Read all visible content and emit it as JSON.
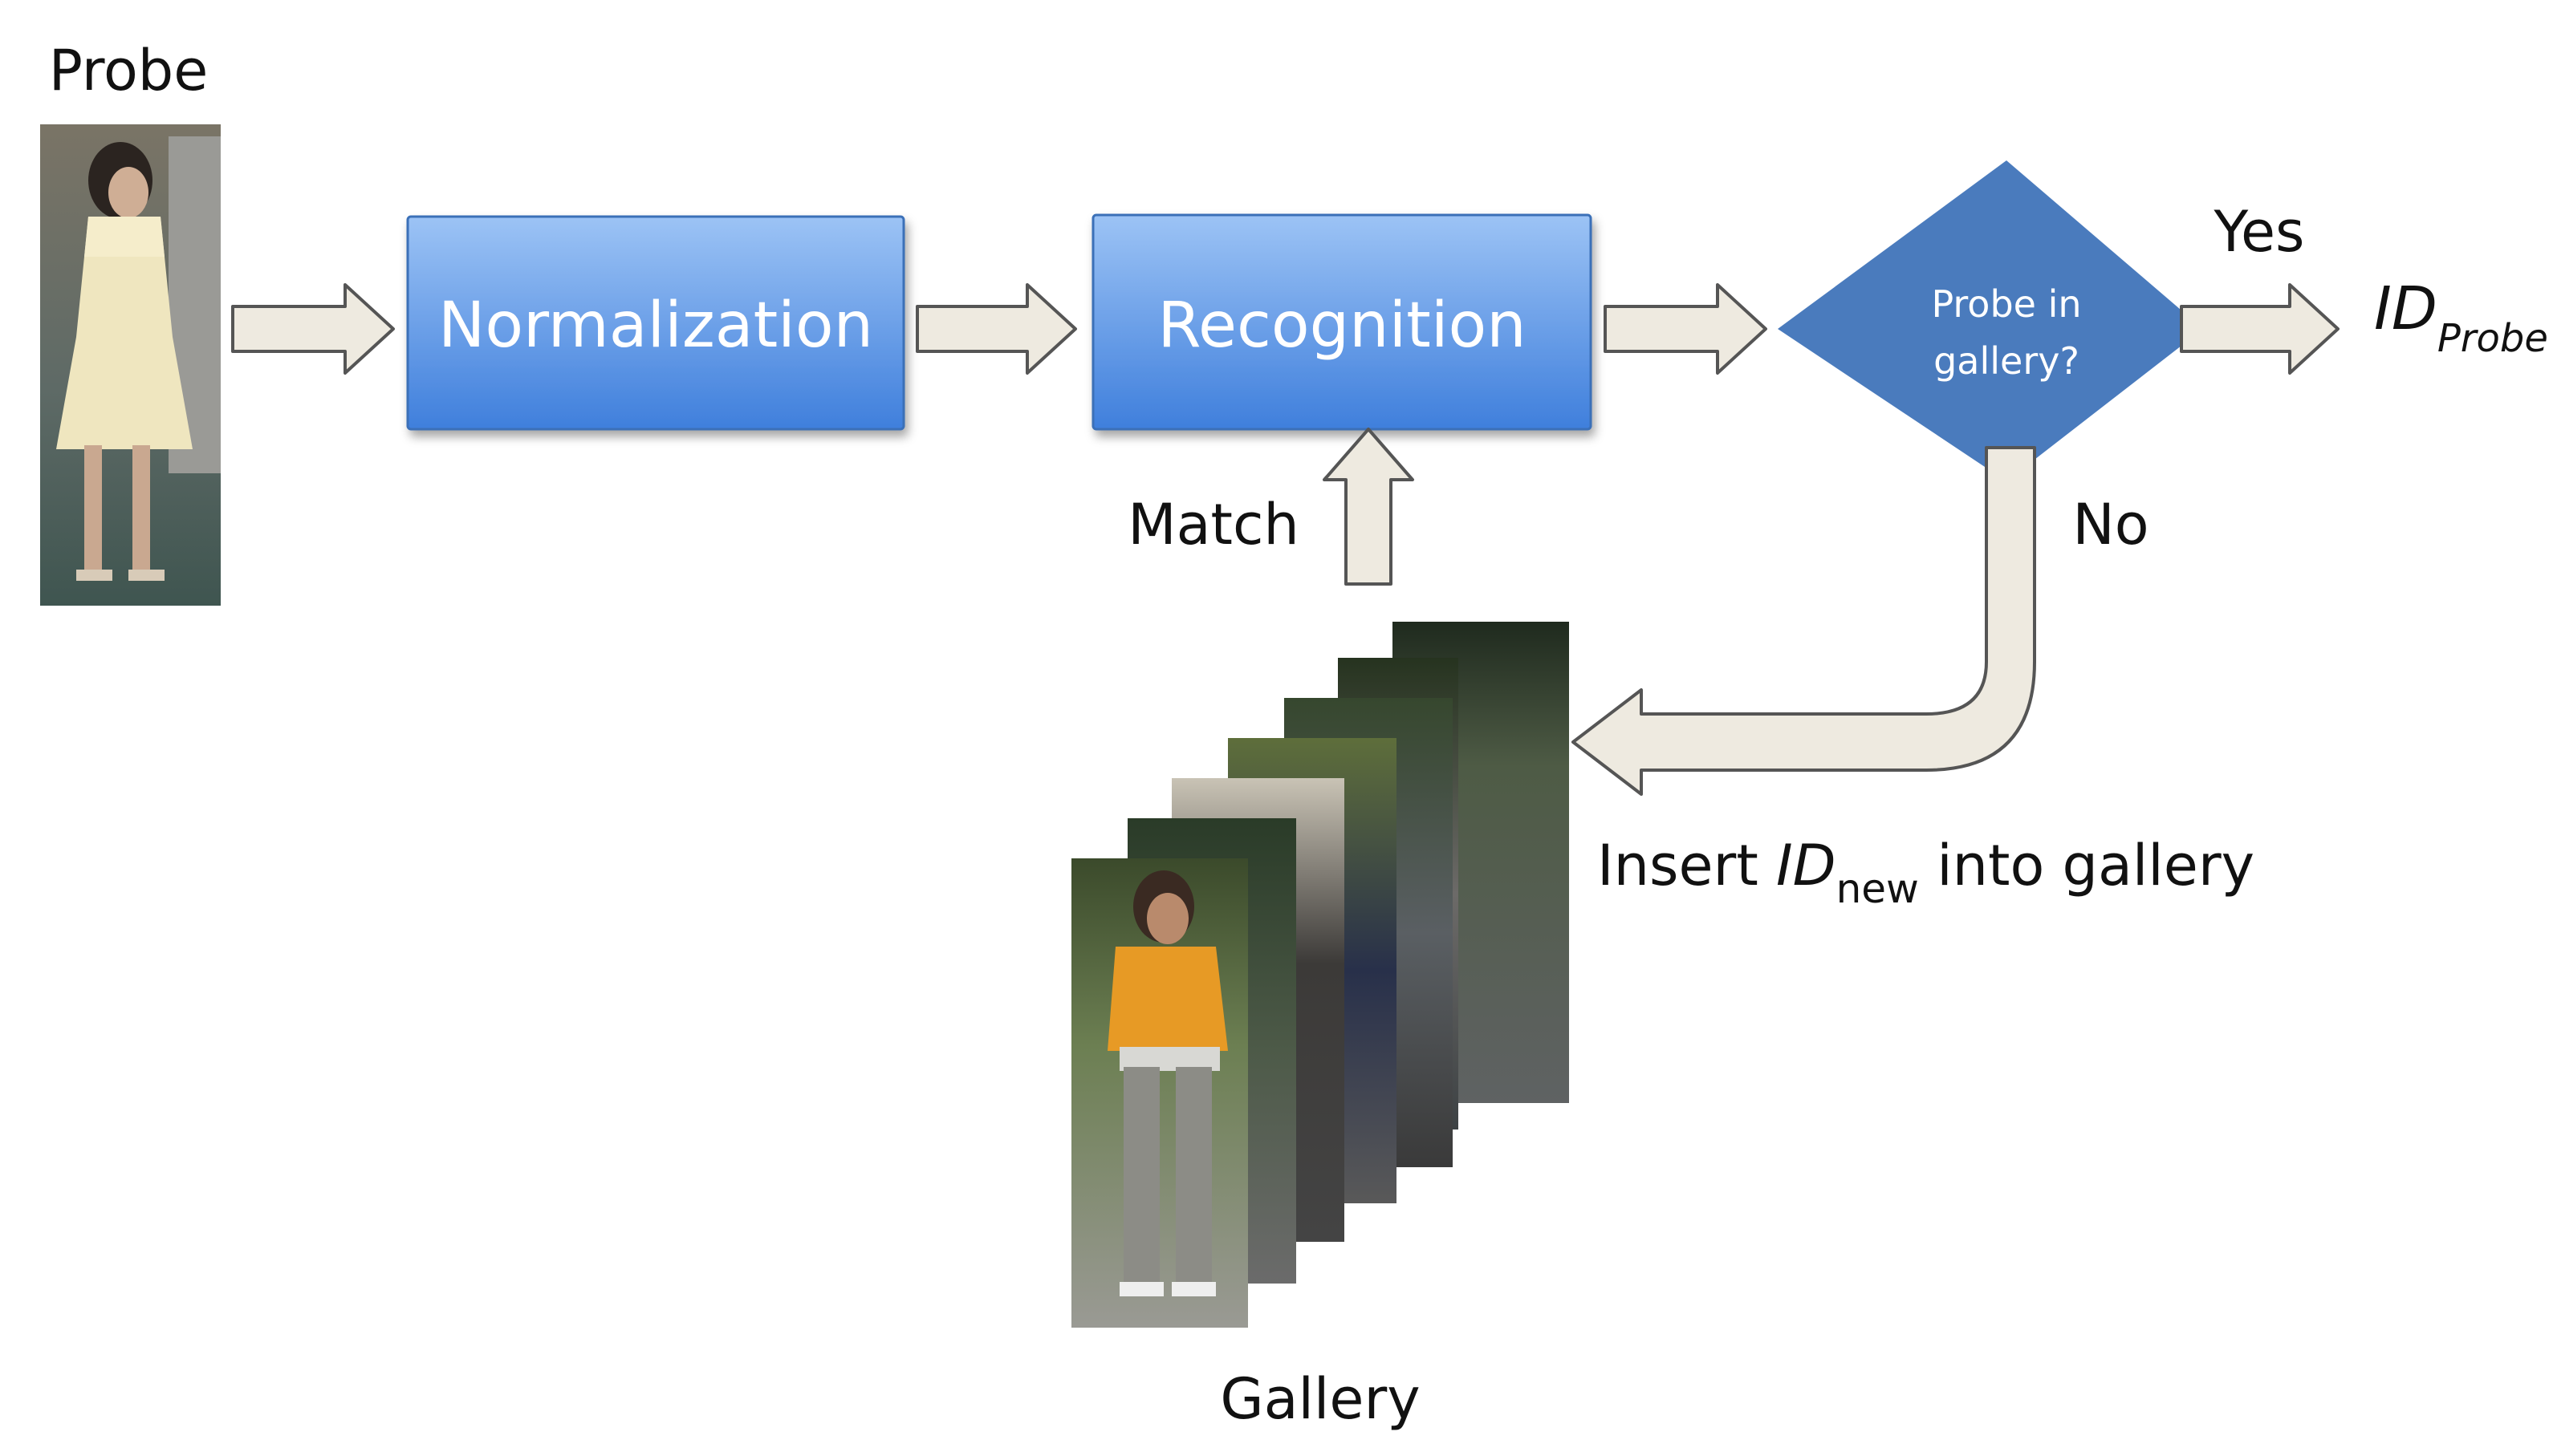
{
  "labels": {
    "probe": "Probe",
    "normalization": "Normalization",
    "recognition": "Recognition",
    "decision_line1": "Probe in",
    "decision_line2": "gallery?",
    "yes": "Yes",
    "no": "No",
    "match": "Match",
    "id_probe_main": "ID",
    "id_probe_sub": "Probe",
    "insert_prefix": "Insert ",
    "id_new_main": "ID",
    "id_new_sub": "new",
    "insert_suffix": " into gallery",
    "gallery": "Gallery"
  },
  "colors": {
    "box_top": "#9cc3f5",
    "box_bottom": "#3f7fdc",
    "box_border": "#3a6fb8",
    "diamond": "#4a7bbd",
    "arrow_fill": "#eeeae0",
    "arrow_stroke": "#555555"
  },
  "gallery": {
    "image_count": 7
  }
}
